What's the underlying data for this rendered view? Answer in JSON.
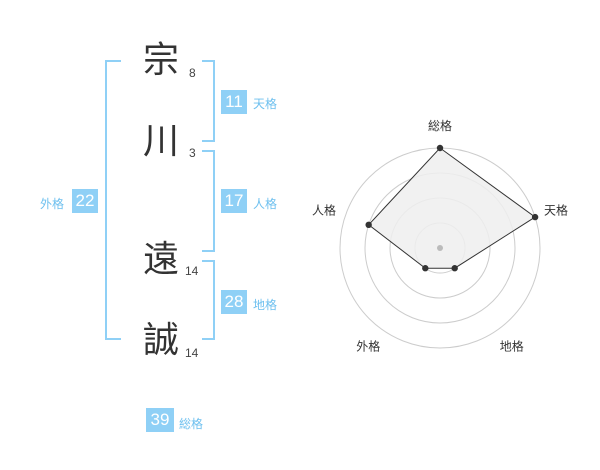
{
  "name_chars": [
    {
      "char": "宗",
      "strokes": "8"
    },
    {
      "char": "川",
      "strokes": "3"
    },
    {
      "char": "遠",
      "strokes": "14"
    },
    {
      "char": "誠",
      "strokes": "14"
    }
  ],
  "kaku": {
    "tenkaku": {
      "value": "11",
      "label": "天格"
    },
    "jinkaku": {
      "value": "17",
      "label": "人格"
    },
    "chikaku": {
      "value": "28",
      "label": "地格"
    },
    "gaikaku": {
      "value": "22",
      "label": "外格"
    },
    "soukaku": {
      "value": "39",
      "label": "総格"
    }
  },
  "chart_data": {
    "type": "radar",
    "axes": [
      "総格",
      "天格",
      "地格",
      "外格",
      "人格"
    ],
    "levels": 4,
    "max": 4,
    "values": [
      4,
      4,
      1,
      1,
      3
    ],
    "colors": {
      "ring": "#cccccc",
      "fill": "#efefef",
      "line": "#333333",
      "point": "#333333",
      "center": "#bbbbbb"
    }
  }
}
